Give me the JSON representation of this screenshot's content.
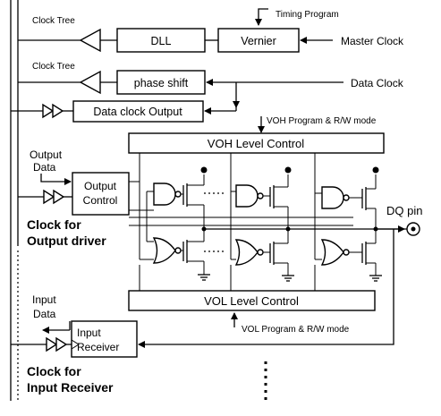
{
  "labels": {
    "timing_program": "Timing Program",
    "clock_tree_1": "Clock Tree",
    "dll": "DLL",
    "vernier": "Vernier",
    "master_clock": "Master Clock",
    "clock_tree_2": "Clock Tree",
    "phase_shift": "phase shift",
    "data_clock": "Data Clock",
    "data_clock_output": "Data clock Output",
    "voh_program": "VOH Program & R/W mode",
    "voh_level_control": "VOH Level Control",
    "output_data_1": "Output",
    "output_data_2": "Data",
    "output_control_1": "Output",
    "output_control_2": "Control",
    "clock_for_output_1": "Clock for",
    "clock_for_output_2": "Output driver",
    "dq_pin": "DQ pin",
    "vol_level_control": "VOL Level Control",
    "vol_program": "VOL Program & R/W mode",
    "input_data_1": "Input",
    "input_data_2": "Data",
    "input_receiver_1": "Input",
    "input_receiver_2": "Receiver",
    "clock_for_input_1": "Clock for",
    "clock_for_input_2": "Input Receiver"
  }
}
